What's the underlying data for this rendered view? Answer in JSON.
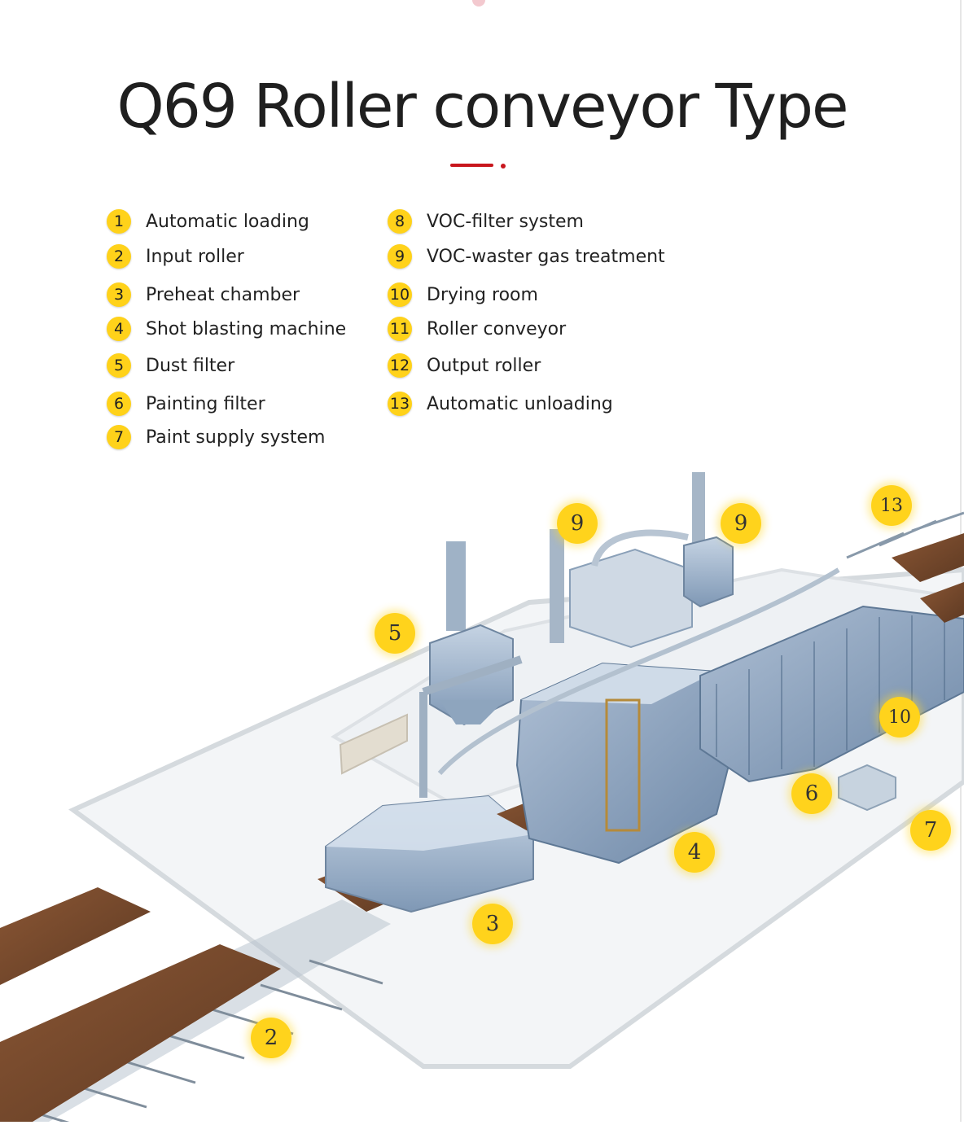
{
  "title": "Q69 Roller conveyor Type",
  "legend": [
    {
      "num": "1",
      "label": "Automatic loading"
    },
    {
      "num": "2",
      "label": "Input roller"
    },
    {
      "num": "3",
      "label": "Preheat  chamber"
    },
    {
      "num": "4",
      "label": "Shot blasting machine"
    },
    {
      "num": "5",
      "label": "Dust filter"
    },
    {
      "num": "6",
      "label": "Painting filter"
    },
    {
      "num": "7",
      "label": "Paint supply system"
    },
    {
      "num": "8",
      "label": "VOC-filter system"
    },
    {
      "num": "9",
      "label": "VOC-waster gas treatment"
    },
    {
      "num": "10",
      "label": "Drying room"
    },
    {
      "num": "11",
      "label": "Roller conveyor"
    },
    {
      "num": "12",
      "label": "Output roller"
    },
    {
      "num": "13",
      "label": "Automatic unloading"
    }
  ],
  "markers": [
    {
      "num": "9"
    },
    {
      "num": "9"
    },
    {
      "num": "13"
    },
    {
      "num": "5"
    },
    {
      "num": "10"
    },
    {
      "num": "6"
    },
    {
      "num": "7"
    },
    {
      "num": "4"
    },
    {
      "num": "3"
    },
    {
      "num": "2"
    }
  ],
  "colors": {
    "accent": "#c8161d",
    "badge": "#ffd21a",
    "machine": "#8fa7c2",
    "wood": "#7a4a2e",
    "floor": "#d9dde2"
  }
}
